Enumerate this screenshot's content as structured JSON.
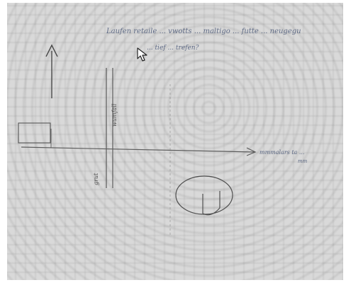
{
  "sketch": {
    "top_note": "Laufen retaile ... vwotts ... maltigo ... futte ... neugegu",
    "cursor_note": "... tief ... trefen?",
    "arrow_note": "wumfall",
    "vertical_note": "grut",
    "right_note": "mmmalars ta ...",
    "right_note_2": "mm"
  },
  "colors": {
    "ink": "#5f6b86",
    "pencil": "#4d4d4d",
    "board": "#d9d9d9"
  }
}
